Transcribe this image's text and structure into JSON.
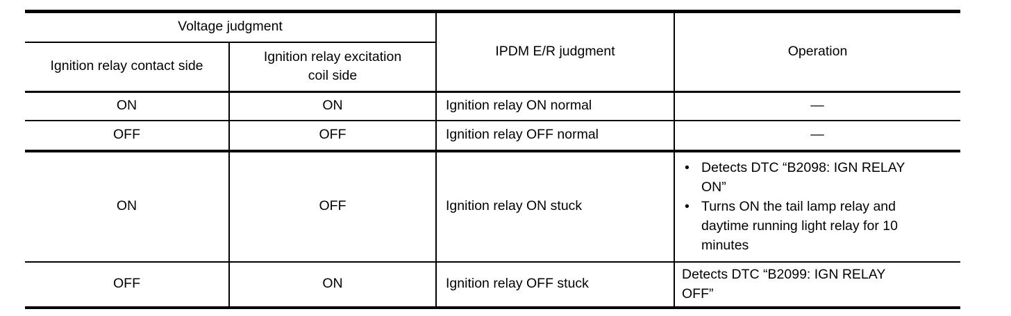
{
  "colors": {
    "border": "#000000",
    "text": "#000000",
    "background": "#ffffff"
  },
  "table": {
    "headers": {
      "voltage_judgment": "Voltage judgment",
      "contact_side": "Ignition relay contact side",
      "coil_side": "Ignition relay excitation\ncoil side",
      "ipdm_judgment": "IPDM E/R judgment",
      "operation": "Operation"
    },
    "bullet_char": "•",
    "rows": [
      {
        "contact": "ON",
        "coil": "ON",
        "judgment": "Ignition relay ON normal",
        "operation": "—"
      },
      {
        "contact": "OFF",
        "coil": "OFF",
        "judgment": "Ignition relay OFF normal",
        "operation": "—"
      },
      {
        "contact": "ON",
        "coil": "OFF",
        "judgment": "Ignition relay ON stuck",
        "operation_bullets": [
          "Detects DTC “B2098: IGN RELAY\nON”",
          "Turns ON the tail lamp relay and\ndaytime running light relay for 10\nminutes"
        ]
      },
      {
        "contact": "OFF",
        "coil": "ON",
        "judgment": "Ignition relay OFF stuck",
        "operation": "Detects DTC “B2099: IGN RELAY\nOFF”"
      }
    ]
  }
}
